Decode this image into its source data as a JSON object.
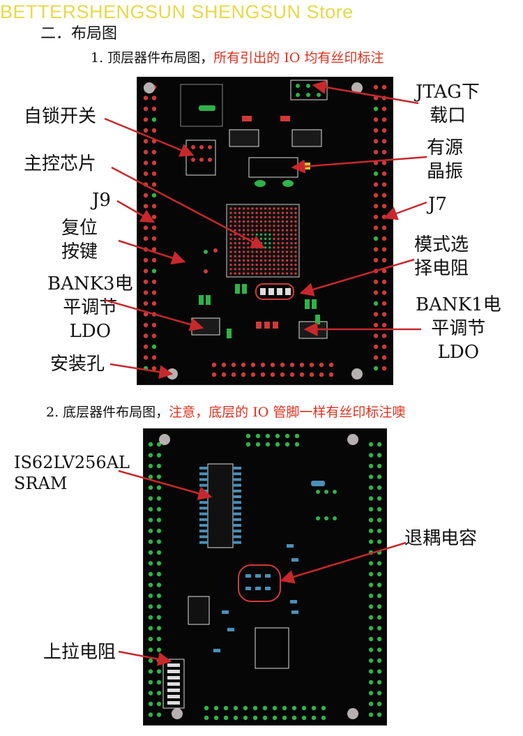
{
  "store_banner": "BETTERSHENGSUN SHENGSUN Store",
  "section_title": "二．布局图",
  "top_caption": {
    "prefix": "1. 顶层器件布局图，",
    "highlight": "所有引出的 IO 均有丝印标注"
  },
  "top_labels": {
    "self_lock_switch": "自锁开关",
    "main_chip": "主控芯片",
    "j9": "J9",
    "reset_button_line1": "复位",
    "reset_button_line2": "按键",
    "bank3_ldo_line1": "BANK3电",
    "bank3_ldo_line2": "平调节",
    "bank3_ldo_line3": "LDO",
    "mount_hole": "安装孔",
    "jtag_line1": "JTAG下",
    "jtag_line2": "载口",
    "osc_line1": "有源",
    "osc_line2": "晶振",
    "j7": "J7",
    "mode_resistor_line1": "模式选",
    "mode_resistor_line2": "择电阻",
    "bank1_ldo_line1": "BANK1电",
    "bank1_ldo_line2": "平调节",
    "bank1_ldo_line3": "LDO"
  },
  "bottom_caption": {
    "prefix": "2. 底层器件布局图，",
    "highlight": "注意，底层的 IO 管脚一样有丝印标注噢"
  },
  "bottom_labels": {
    "sram_line1": "IS62LV256AL",
    "sram_line2": "SRAM",
    "decoupling_cap": "退耦电容",
    "pullup_resistor": "上拉电阻"
  },
  "colors": {
    "pcb": "#060606",
    "pad_red": "#d23a3a",
    "pad_green": "#2fb34a",
    "pad_blue": "#4a90b8",
    "arrow": "#c8282c",
    "highlight_text": "#e0301e"
  }
}
